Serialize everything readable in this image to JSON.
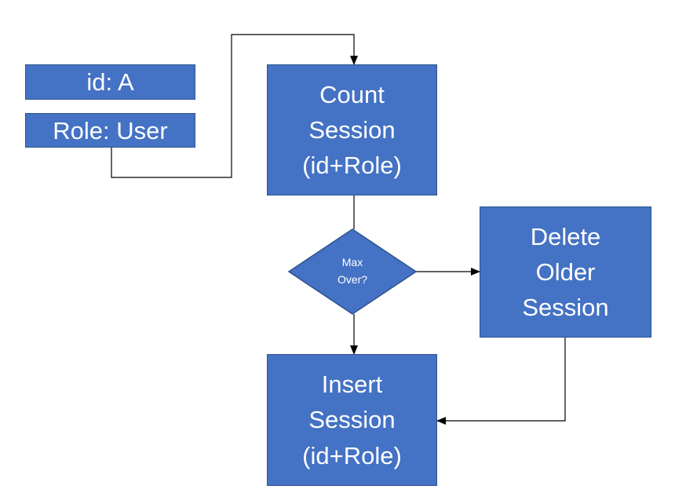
{
  "colors": {
    "node_fill": "#4472c4",
    "node_border": "#2f528f",
    "node_text": "#ffffff",
    "connector": "#000000"
  },
  "diagram": {
    "inputs": {
      "id_label": "id: A",
      "role_label": "Role: User"
    },
    "nodes": {
      "count_session": "Count\nSession\n(id+Role)",
      "decision": "Max\nOver?",
      "delete_session": "Delete\nOlder\nSession",
      "insert_session": "Insert\nSession\n(id+Role)"
    }
  }
}
